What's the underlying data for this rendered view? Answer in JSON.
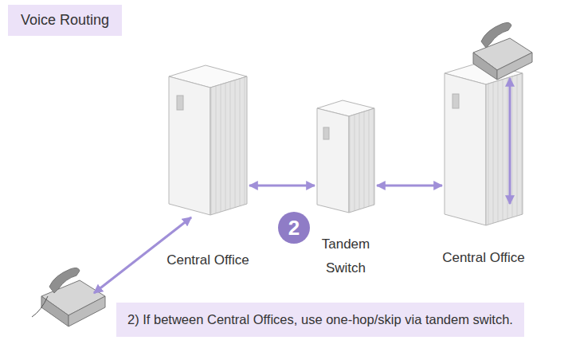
{
  "diagram": {
    "title": "Voice Routing",
    "caption": "2) If between Central Offices, use one-hop/skip via tandem switch.",
    "nodes": [
      {
        "text": [
          "Central Office"
        ]
      },
      {
        "text": [
          "Tandem Switch"
        ]
      },
      {
        "text": [
          "Central Office"
        ]
      }
    ],
    "edges": [
      {
        "from": 0,
        "to": 1,
        "arrow": "both"
      },
      {
        "from": 1,
        "to": 2,
        "arrow": "both"
      }
    ],
    "labels": [
      "2"
    ]
  }
}
